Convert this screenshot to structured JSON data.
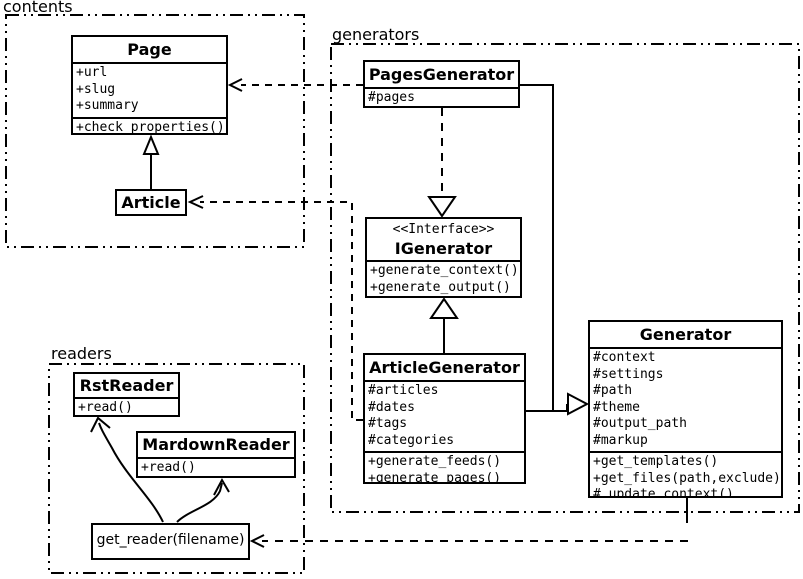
{
  "canvas": {
    "background": "#ffffff",
    "foreground": "#000000"
  },
  "packages": {
    "contents": {
      "label": "contents"
    },
    "generators": {
      "label": "generators"
    },
    "readers": {
      "label": "readers"
    }
  },
  "classes": {
    "page": {
      "title": "Page",
      "attrs": [
        "+url",
        "+slug",
        "+summary"
      ],
      "methods": [
        "+check_properties()"
      ]
    },
    "article": {
      "title": "Article"
    },
    "pages_generator": {
      "title": "PagesGenerator",
      "attrs": [
        "#pages"
      ]
    },
    "igenerator": {
      "stereotype": "<<Interface>>",
      "title": "IGenerator",
      "methods": [
        "+generate_context()",
        "+generate_output()"
      ]
    },
    "article_generator": {
      "title": "ArticleGenerator",
      "attrs": [
        "#articles",
        "#dates",
        "#tags",
        "#categories"
      ],
      "methods": [
        "+generate_feeds()",
        "+generate_pages()"
      ]
    },
    "generator": {
      "title": "Generator",
      "attrs": [
        "#context",
        "#settings",
        "#path",
        "#theme",
        "#output_path",
        "#markup"
      ],
      "methods": [
        "+get_templates()",
        "+get_files(path,exclude)",
        "#_update_context()"
      ]
    },
    "rst_reader": {
      "title": "RstReader",
      "methods": [
        "+read()"
      ]
    },
    "mardown_reader": {
      "title": "MardownReader",
      "methods": [
        "+read()"
      ]
    },
    "get_reader": {
      "title": "get_reader(filename)"
    }
  },
  "relations": [
    {
      "type": "inheritance",
      "from": "Article",
      "to": "Page"
    },
    {
      "type": "dependency",
      "from": "PagesGenerator",
      "to": "Page"
    },
    {
      "type": "dependency",
      "from": "ArticleGenerator",
      "to": "Article"
    },
    {
      "type": "realization",
      "from": "PagesGenerator",
      "to": "IGenerator"
    },
    {
      "type": "realization",
      "from": "ArticleGenerator",
      "to": "IGenerator"
    },
    {
      "type": "inheritance",
      "from": "PagesGenerator",
      "to": "Generator"
    },
    {
      "type": "inheritance",
      "from": "ArticleGenerator",
      "to": "Generator"
    },
    {
      "type": "dependency",
      "from": "Generator",
      "to": "get_reader(filename)"
    },
    {
      "type": "association",
      "from": "get_reader(filename)",
      "to": "RstReader"
    },
    {
      "type": "association",
      "from": "get_reader(filename)",
      "to": "MardownReader"
    }
  ]
}
